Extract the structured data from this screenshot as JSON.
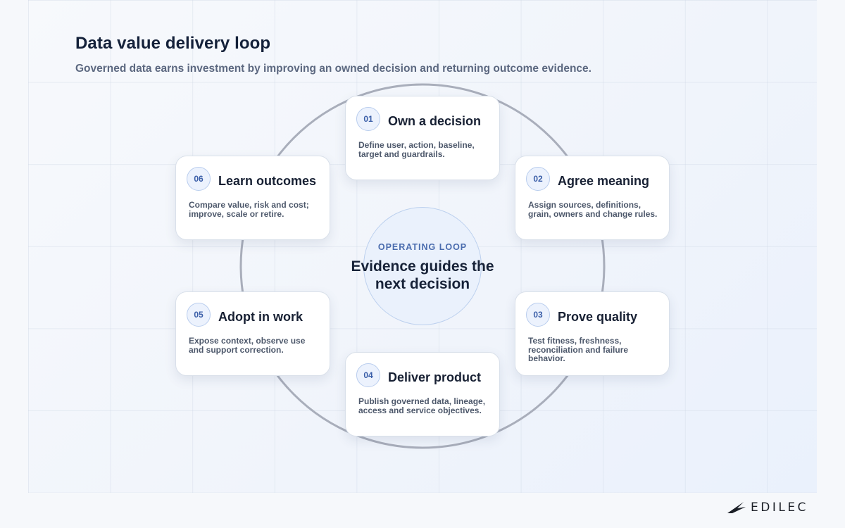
{
  "header": {
    "title": "Data value delivery loop",
    "subtitle": "Governed data earns investment by improving an owned decision and returning outcome evidence."
  },
  "center": {
    "kicker": "OPERATING LOOP",
    "text": "Evidence guides the next decision"
  },
  "steps": [
    {
      "number": "01",
      "title": "Own a decision",
      "description": "Define user, action, baseline, target and guardrails."
    },
    {
      "number": "02",
      "title": "Agree meaning",
      "description": "Assign sources, definitions, grain, owners and change rules."
    },
    {
      "number": "03",
      "title": "Prove quality",
      "description": "Test fitness, freshness, reconciliation and failure behavior."
    },
    {
      "number": "04",
      "title": "Deliver product",
      "description": "Publish governed data, lineage, access and service objectives."
    },
    {
      "number": "05",
      "title": "Adopt in work",
      "description": "Expose context, observe use and support correction."
    },
    {
      "number": "06",
      "title": "Learn outcomes",
      "description": "Compare value, risk and cost; improve, scale or retire."
    }
  ],
  "brand": {
    "name": "EDILEC"
  },
  "colors": {
    "ring": "#a9aebb",
    "badge_text": "#3a5ea8",
    "kicker": "#4a6cae",
    "title": "#14213a"
  }
}
